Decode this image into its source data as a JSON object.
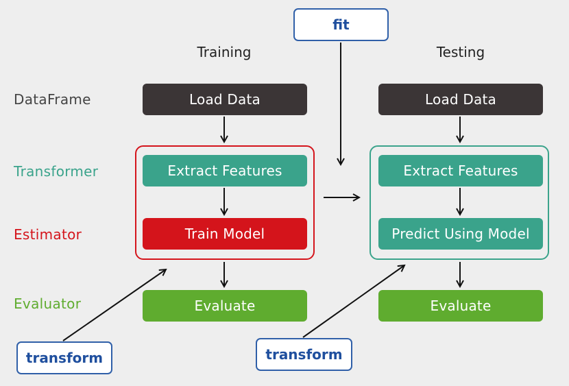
{
  "columns": {
    "training": "Training",
    "testing": "Testing"
  },
  "row_labels": {
    "dataframe": "DataFrame",
    "transformer": "Transformer",
    "estimator": "Estimator",
    "evaluator": "Evaluator"
  },
  "training": {
    "load": "Load Data",
    "extract": "Extract Features",
    "model": "Train Model",
    "evaluate": "Evaluate"
  },
  "testing": {
    "load": "Load Data",
    "extract": "Extract Features",
    "model": "Predict Using Model",
    "evaluate": "Evaluate"
  },
  "tags": {
    "fit": "fit",
    "transform_left": "transform",
    "transform_right": "transform"
  },
  "colors": {
    "dataframe": "#3b3536",
    "transformer": "#3aa38b",
    "estimator": "#d4141b",
    "evaluator": "#5fac2f",
    "tag_border": "#2f5fa8",
    "tag_text": "#1f4f9e",
    "text_dark": "#444444",
    "background": "#eeeeee"
  }
}
